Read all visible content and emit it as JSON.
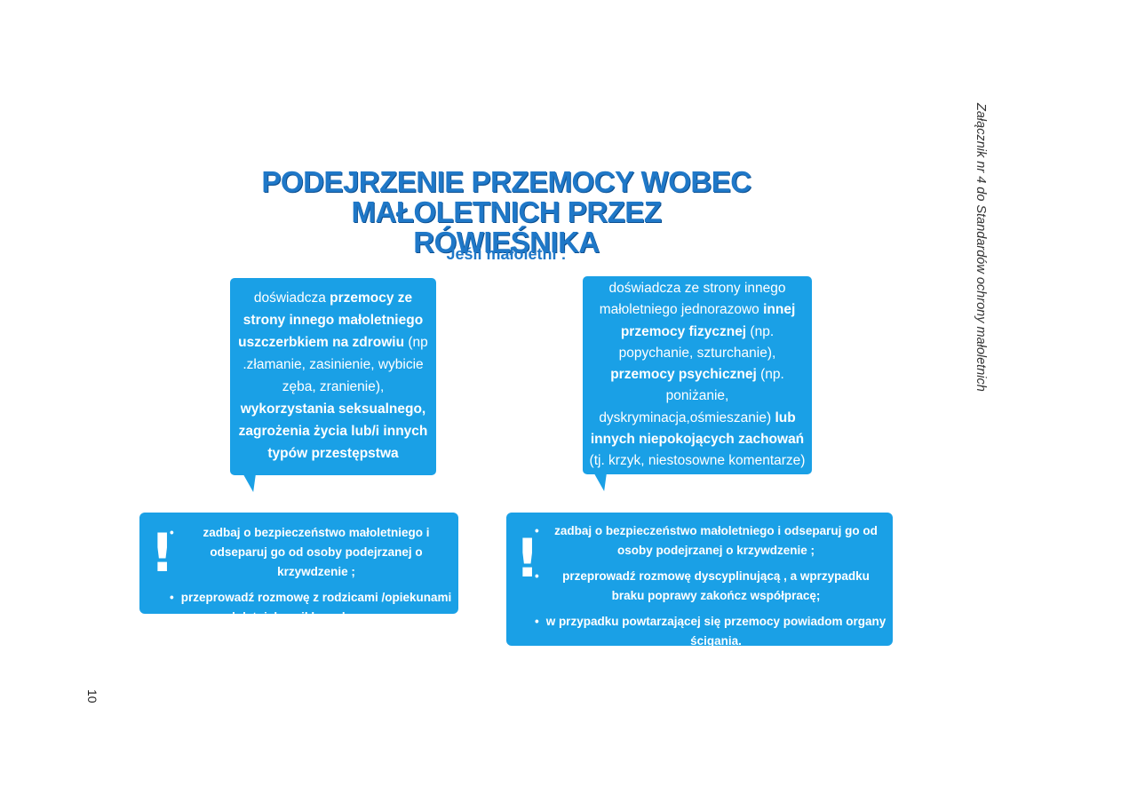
{
  "title": {
    "line1": "PODEJRZENIE PRZEMOCY WOBEC",
    "line2": "MAŁOLETNICH PRZEZ RÓWIEŚNIKA"
  },
  "subtitle": "Jeśli małoletni :",
  "side_note": "Załącznik nr 4 do Standardów ochrony małoletnich",
  "page_number": "10",
  "left_bubble": {
    "t1": "doświadcza ",
    "t2": "przemocy ze strony innego małoletniego uszczerbkiem na zdrowiu",
    "t3": " (np .złamanie, zasinienie, wybicie zęba, zranienie), ",
    "t4": "wykorzystania seksualnego, zagrożenia życia lub/i innych typów przestępstwa"
  },
  "right_bubble": {
    "t1": "doświadcza ze strony innego małoletniego jednorazowo ",
    "t2": "innej przemocy fizycznej",
    "t3": " (np. popychanie, szturchanie), ",
    "t4": "przemocy psychicznej",
    "t5": " (np. poniżanie, dyskryminacja,ośmieszanie) ",
    "t6": "lub innych niepokojących zachowań",
    "t7": " (tj. krzyk, niestosowne komentarze)"
  },
  "left_actions": {
    "mark": "!",
    "items": [
      "zadbaj o bezpieczeństwo małoletniego i odseparuj go od osoby podejrzanej o krzywdzenie ;",
      "przeprowadź rozmowę z rodzicami /opiekunami małoletnich uwikłanych w przemoc."
    ]
  },
  "right_actions": {
    "mark": "!",
    "items": [
      "zadbaj o bezpieczeństwo małoletniego i odseparuj go od osoby podejrzanej o krzywdzenie ;",
      "przeprowadź rozmowę dyscyplinującą , a wprzypadku braku poprawy zakończ współpracę;",
      "w przypadku powtarzającej się przemocy powiadom organy ścigania."
    ]
  },
  "bullet": "•",
  "colors": {
    "title": "#1f78c8",
    "box": "#1aa0e6"
  }
}
